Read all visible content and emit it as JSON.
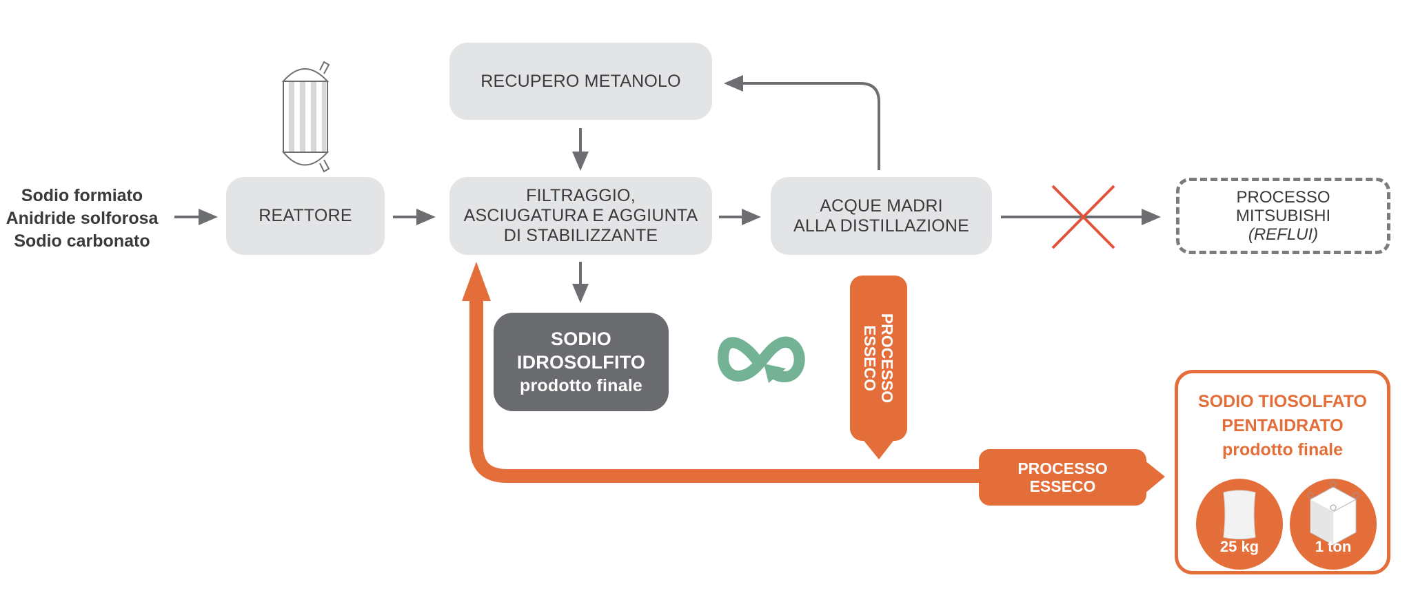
{
  "inputs": {
    "lines": [
      "Sodio formiato",
      "Anidride solforosa",
      "Sodio carbonato"
    ]
  },
  "nodes": {
    "reattore": "REATTORE",
    "recupero": "RECUPERO METANOLO",
    "filtraggio": [
      "FILTRAGGIO,",
      "ASCIUGATURA E AGGIUNTA",
      "DI STABILIZZANTE"
    ],
    "acque": [
      "ACQUE MADRI",
      "ALLA DISTILLAZIONE"
    ],
    "mitsubishi": [
      "PROCESSO",
      "MITSUBISHI",
      "(REFLUI)"
    ],
    "idrosolfito": [
      "SODIO",
      "IDROSOLFITO",
      "prodotto finale"
    ],
    "esseco_vertical": [
      "PROCESSO",
      "ESSECO"
    ],
    "esseco_horizontal": [
      "PROCESSO",
      "ESSECO"
    ],
    "tiosolfato": {
      "title": [
        "SODIO TIOSOLFATO",
        "PENTAIDRATO"
      ],
      "subtitle": "prodotto finale",
      "packages": [
        {
          "label": "25 kg",
          "icon": "bag-icon"
        },
        {
          "label": "1 ton",
          "icon": "big-bag-icon"
        }
      ]
    }
  },
  "colors": {
    "box_gray": "#e3e4e5",
    "dark_gray": "#6a6b6f",
    "arrow_gray": "#6d6e71",
    "orange": "#e36e3a",
    "red_cross": "#e0533a",
    "green_loop": "#74b295"
  }
}
